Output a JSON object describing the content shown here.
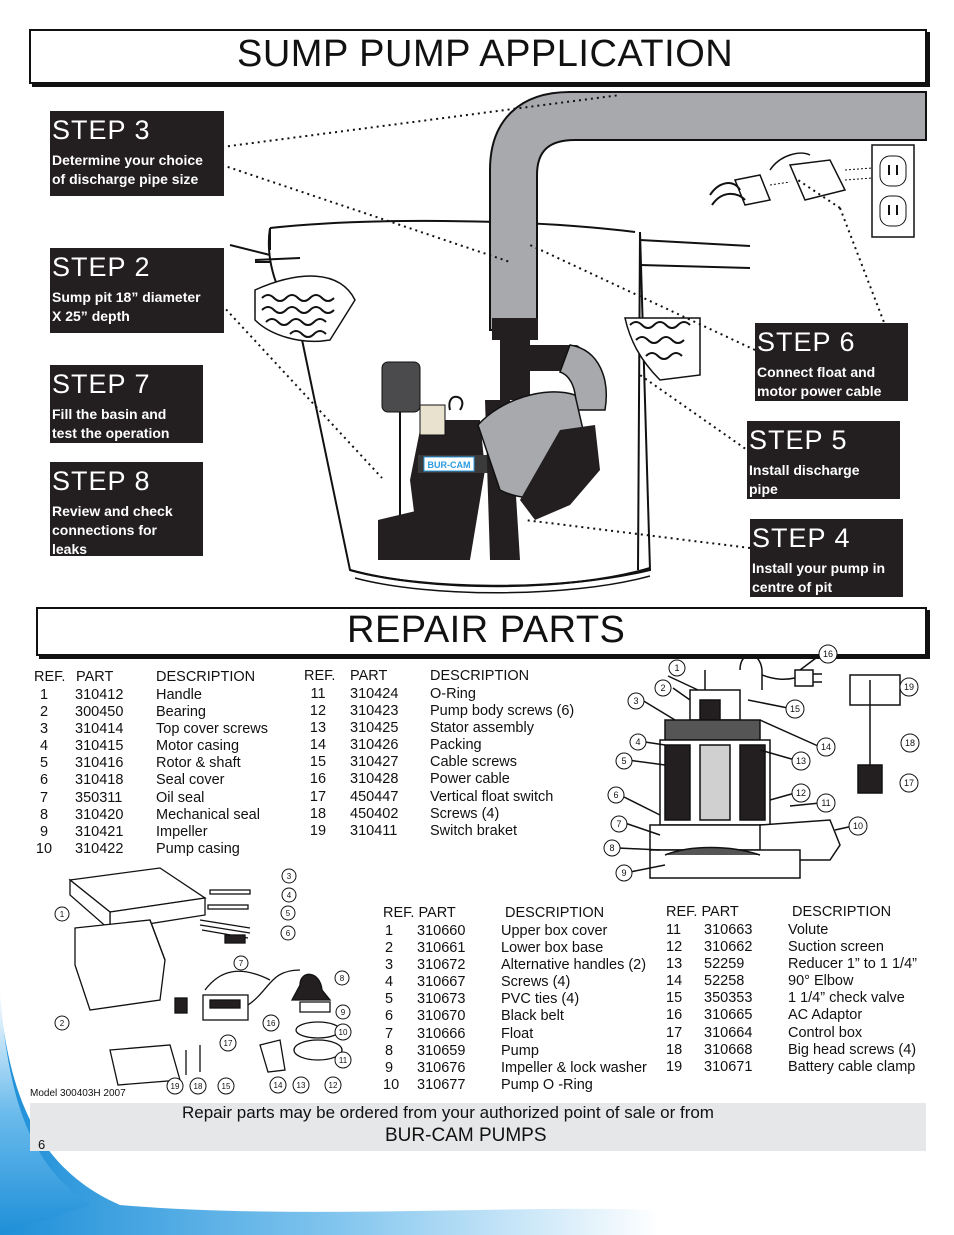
{
  "title_top": "SUMP PUMP APPLICATION",
  "title_repair": "REPAIR PARTS",
  "steps": [
    {
      "label": "STEP   3",
      "desc": [
        "Determine your choice",
        "of discharge pipe size"
      ]
    },
    {
      "label": "STEP   2",
      "desc": [
        "Sump pit 18” diameter",
        "X 25” depth"
      ]
    },
    {
      "label": "STEP   7",
      "desc": [
        "Fill the basin and",
        "test the operation"
      ]
    },
    {
      "label": "STEP   8",
      "desc": [
        "Review and check",
        "connections for",
        "leaks"
      ]
    },
    {
      "label": "STEP   6",
      "desc": [
        "Connect float and",
        "motor power cable"
      ]
    },
    {
      "label": "STEP   5",
      "desc": [
        "Install discharge",
        "pipe"
      ]
    },
    {
      "label": "STEP   4",
      "desc": [
        "Install your pump in",
        "centre of pit"
      ]
    }
  ],
  "pump_badge": "BUR-CAM",
  "headers": {
    "ref": "REF.",
    "part": "PART",
    "desc": "DESCRIPTION",
    "refpart": "REF.  PART",
    "refpart2": "REF.   PART"
  },
  "table1": [
    [
      "1",
      "310412",
      "Handle"
    ],
    [
      "2",
      "300450",
      "Bearing"
    ],
    [
      "3",
      "310414",
      "Top cover screws"
    ],
    [
      "4",
      "310415",
      "Motor casing"
    ],
    [
      "5",
      "310416",
      "Rotor & shaft"
    ],
    [
      "6",
      "310418",
      "Seal cover"
    ],
    [
      "7",
      "350311",
      "Oil seal"
    ],
    [
      "8",
      "310420",
      "Mechanical seal"
    ],
    [
      "9",
      "310421",
      "Impeller"
    ],
    [
      "10",
      "310422",
      "Pump casing"
    ]
  ],
  "table2": [
    [
      "11",
      "310424",
      "O-Ring"
    ],
    [
      "12",
      "310423",
      "Pump body screws (6)"
    ],
    [
      "13",
      "310425",
      "Stator assembly"
    ],
    [
      "14",
      "310426",
      "Packing"
    ],
    [
      "15",
      "310427",
      "Cable screws"
    ],
    [
      "16",
      "310428",
      "Power cable"
    ],
    [
      "17",
      "450447",
      "Vertical float switch"
    ],
    [
      "18",
      "450402",
      "Screws (4)"
    ],
    [
      "19",
      "310411",
      "Switch braket"
    ]
  ],
  "table3": [
    [
      "1",
      "310660",
      "Upper box cover"
    ],
    [
      "2",
      "310661",
      "Lower box base"
    ],
    [
      "3",
      "310672",
      "Alternative handles (2)"
    ],
    [
      "4",
      "310667",
      "Screws (4)"
    ],
    [
      "5",
      "310673",
      "PVC ties (4)"
    ],
    [
      "6",
      "310670",
      "Black belt"
    ],
    [
      "7",
      "310666",
      "Float"
    ],
    [
      "8",
      "310659",
      "Pump"
    ],
    [
      "9",
      "310676",
      "Impeller & lock washer"
    ],
    [
      "10",
      "310677",
      "Pump O -Ring"
    ]
  ],
  "table4": [
    [
      "11",
      "310663",
      "Volute"
    ],
    [
      "12",
      "310662",
      "Suction screen"
    ],
    [
      "13",
      "52259",
      "Reducer 1” to 1 1/4”"
    ],
    [
      "14",
      "52258",
      "90° Elbow"
    ],
    [
      "15",
      "350353",
      "1 1/4” check valve"
    ],
    [
      "16",
      "310665",
      "AC Adaptor"
    ],
    [
      "17",
      "310664",
      "Control box"
    ],
    [
      "18",
      "310668",
      "Big head screws (4)"
    ],
    [
      "19",
      "310671",
      "Battery cable clamp"
    ]
  ],
  "model_note": "Model 300403H  2007",
  "footer_line1": "Repair parts may be ordered from your authorized point of sale or from",
  "footer_line2": "BUR-CAM PUMPS",
  "page_number": "6",
  "colors": {
    "step_bg": "#231f20",
    "footer_bg": "#e6e7e8",
    "pipe_gray": "#a7a9ac",
    "corner_blue": "#2b9be0"
  }
}
